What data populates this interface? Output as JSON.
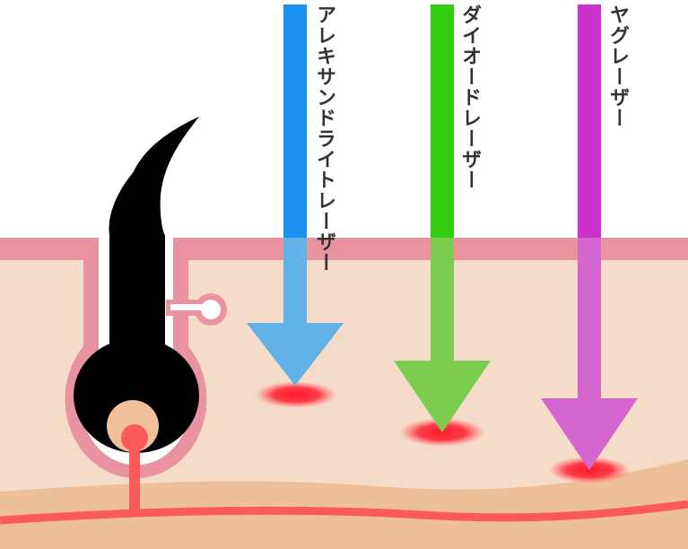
{
  "lasers": [
    {
      "name": "アレキサンドライトレーザー",
      "color": "#1a90f0",
      "color_light": "#62b2e8",
      "depth": "shallow"
    },
    {
      "name": "ダイオードレーザー",
      "color": "#33cc11",
      "color_light": "#7ccc50",
      "depth": "middle"
    },
    {
      "name": "ヤグレーザー",
      "color": "#cc33cc",
      "color_light": "#d467cf",
      "depth": "deep"
    }
  ],
  "palette": {
    "skin_top_band": "#ea93a0",
    "dermis": "#f5dcc9",
    "subcutis": "#eec09a",
    "follicle": "#ea93a0",
    "hair": "#000000",
    "papilla": "#f0c098",
    "blood_vessel": "#fb5a5a",
    "heat_spot": "#ff3344"
  },
  "icons": {
    "hair": "hair-shaft-icon",
    "follicle": "hair-follicle-icon",
    "vessel": "blood-vessel-icon"
  }
}
